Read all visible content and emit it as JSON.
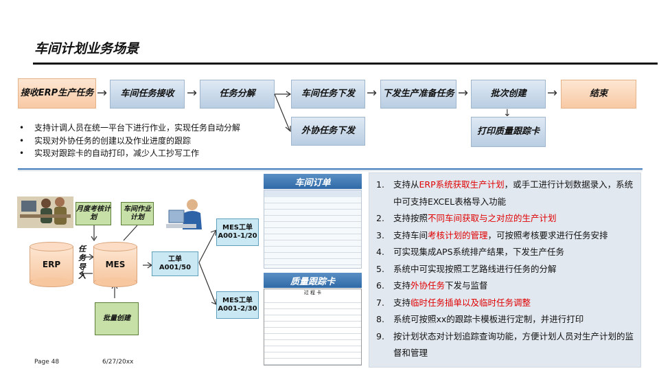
{
  "title": "车间计划业务场景",
  "flow": {
    "boxes": [
      "接收ERP生产任务",
      "车间任务接收",
      "任务分解",
      "车间任务下发",
      "下发生产准备任务",
      "批次创建",
      "结束",
      "外协任务下发",
      "打印质量跟踪卡"
    ]
  },
  "bullets": [
    "支持计调人员在统一平台下进行作业，实现任务自动分解",
    "实现对外协任务的创建以及作业进度的跟踪",
    "实现对跟踪卡的自动打印，减少人工抄写工作"
  ],
  "diagram": {
    "monthly_plan": "月度考核计划",
    "shop_plan": "车间作业计划",
    "erp": "ERP",
    "mes": "MES",
    "task_import": "任务导入",
    "work_order": "工单A001/50",
    "mes_wo_1": "MES工单A001-1/20",
    "mes_wo_2": "MES工单A001-2/30",
    "batch_create": "批量创建"
  },
  "docs": {
    "order_title": "车间订单",
    "card_title": "质量跟踪卡",
    "card_heading": "过 程 卡"
  },
  "points": [
    {
      "num": "1.",
      "parts": [
        {
          "t": "支持从",
          "h": false
        },
        {
          "t": "ERP系统获取生产计划",
          "h": true
        },
        {
          "t": "，或手工进行计划数据录入，系统中可支持EXCEL表格导入功能",
          "h": false
        }
      ]
    },
    {
      "num": "2.",
      "parts": [
        {
          "t": "支持按照",
          "h": false
        },
        {
          "t": "不同车间获取与之对应的生产计划",
          "h": true
        }
      ]
    },
    {
      "num": "3.",
      "parts": [
        {
          "t": "支持车间",
          "h": false
        },
        {
          "t": "考核计划的管理",
          "h": true
        },
        {
          "t": "，可按照考核要求进行任务安排",
          "h": false
        }
      ]
    },
    {
      "num": "4.",
      "parts": [
        {
          "t": "可实现集成APS系统排产结果，下发生产任务",
          "h": false
        }
      ]
    },
    {
      "num": "5.",
      "parts": [
        {
          "t": "系统中可实现按照工艺路线进行任务的分解",
          "h": false
        }
      ]
    },
    {
      "num": "6.",
      "parts": [
        {
          "t": "支持",
          "h": false
        },
        {
          "t": "外协任务",
          "h": true
        },
        {
          "t": "下发与监督",
          "h": false
        }
      ]
    },
    {
      "num": "7.",
      "parts": [
        {
          "t": "支持",
          "h": false
        },
        {
          "t": "临时任务插单以及临时任务调整",
          "h": true
        }
      ]
    },
    {
      "num": "8.",
      "parts": [
        {
          "t": "系统可按照xx的跟踪卡模板进行定制，并进行打印",
          "h": false
        }
      ]
    },
    {
      "num": "9.",
      "parts": [
        {
          "t": "按计划状态对计划追踪查询功能，方便计划人员对生产计划的监督和管理",
          "h": false
        }
      ]
    }
  ],
  "footer": {
    "page": "Page 48",
    "date": "6/27/20xx"
  },
  "colors": {
    "highlight": "#e00000",
    "accent": "#3a78b7"
  }
}
